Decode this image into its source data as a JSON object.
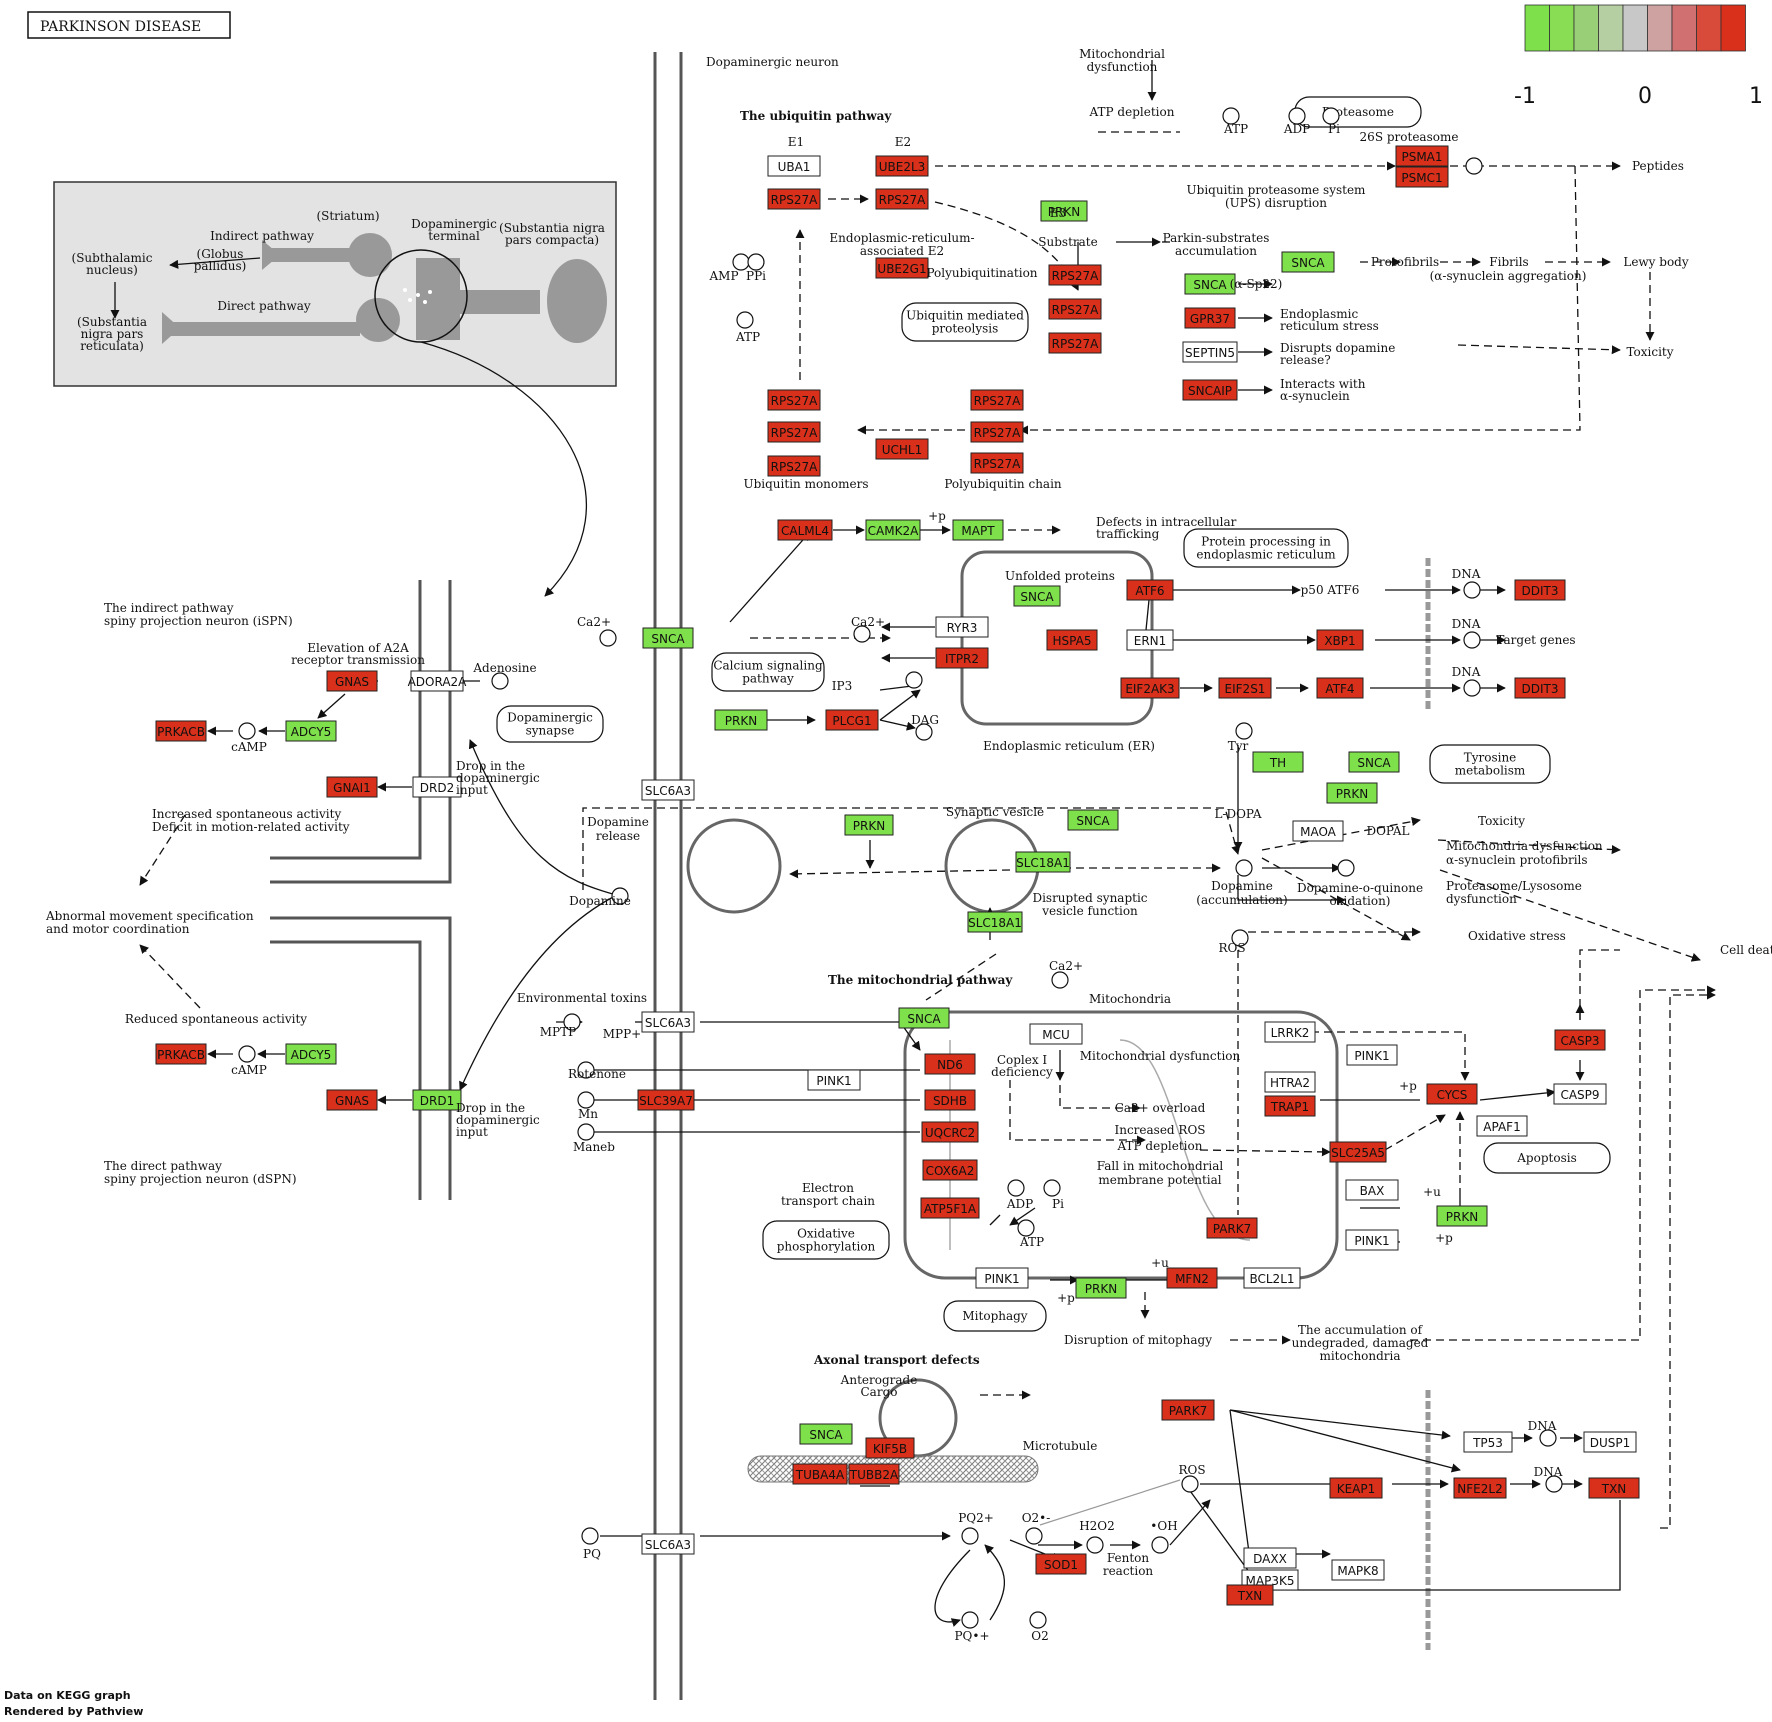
{
  "title": "PARKINSON DISEASE",
  "footer": [
    "Data on KEGG graph",
    "Rendered by Pathview"
  ],
  "legend": {
    "colors": [
      "#7ee04a",
      "#88dd55",
      "#99d077",
      "#b6cfa2",
      "#c8c8c8",
      "#cfa2a2",
      "#d07070",
      "#d84a3a",
      "#d8301a"
    ],
    "labels": [
      "-1",
      "0",
      "1"
    ]
  },
  "colors": {
    "up": "#d8301a",
    "down": "#7ee04a",
    "none": "#ffffff"
  },
  "genes": [
    {
      "id": "g1",
      "label": "UBA1",
      "status": "none"
    },
    {
      "id": "g2",
      "label": "RPS27A",
      "status": "up"
    },
    {
      "id": "g3",
      "label": "UBE2L3",
      "status": "up"
    },
    {
      "id": "g4",
      "label": "RPS27A",
      "status": "up"
    },
    {
      "id": "g5",
      "label": "UBE2G1",
      "status": "up"
    },
    {
      "id": "g6",
      "label": "PRKN",
      "status": "down"
    },
    {
      "id": "g7",
      "label": "RPS27A",
      "status": "up"
    },
    {
      "id": "g8",
      "label": "RPS27A",
      "status": "up"
    },
    {
      "id": "g9",
      "label": "RPS27A",
      "status": "up"
    },
    {
      "id": "g10",
      "label": "PSMA1",
      "status": "up"
    },
    {
      "id": "g11",
      "label": "PSMC1",
      "status": "up"
    },
    {
      "id": "g12",
      "label": "SNCA",
      "status": "down"
    },
    {
      "id": "g13",
      "label": "SNCA",
      "status": "down"
    },
    {
      "id": "g14",
      "label": "GPR37",
      "status": "up"
    },
    {
      "id": "g15",
      "label": "SEPTIN5",
      "status": "none"
    },
    {
      "id": "g16",
      "label": "SNCAIP",
      "status": "up"
    },
    {
      "id": "g17",
      "label": "RPS27A",
      "status": "up"
    },
    {
      "id": "g18",
      "label": "RPS27A",
      "status": "up"
    },
    {
      "id": "g19",
      "label": "RPS27A",
      "status": "up"
    },
    {
      "id": "g20",
      "label": "UCHL1",
      "status": "up"
    },
    {
      "id": "g21",
      "label": "RPS27A",
      "status": "up"
    },
    {
      "id": "g22",
      "label": "RPS27A",
      "status": "up"
    },
    {
      "id": "g23",
      "label": "RPS27A",
      "status": "up"
    },
    {
      "id": "g24",
      "label": "CALML4",
      "status": "up"
    },
    {
      "id": "g25",
      "label": "CAMK2A",
      "status": "down"
    },
    {
      "id": "g26",
      "label": "MAPT",
      "status": "down"
    },
    {
      "id": "g27",
      "label": "SNCA",
      "status": "down"
    },
    {
      "id": "g28",
      "label": "SNCA",
      "status": "down"
    },
    {
      "id": "g29",
      "label": "RYR3",
      "status": "none"
    },
    {
      "id": "g30",
      "label": "ITPR2",
      "status": "up"
    },
    {
      "id": "g31",
      "label": "HSPA5",
      "status": "up"
    },
    {
      "id": "g32",
      "label": "ATF6",
      "status": "up"
    },
    {
      "id": "g33",
      "label": "ERN1",
      "status": "none"
    },
    {
      "id": "g34",
      "label": "XBP1",
      "status": "up"
    },
    {
      "id": "g35",
      "label": "EIF2AK3",
      "status": "up"
    },
    {
      "id": "g36",
      "label": "EIF2S1",
      "status": "up"
    },
    {
      "id": "g37",
      "label": "ATF4",
      "status": "up"
    },
    {
      "id": "g38",
      "label": "DDIT3",
      "status": "up"
    },
    {
      "id": "g39",
      "label": "DDIT3",
      "status": "up"
    },
    {
      "id": "g40",
      "label": "PRKN",
      "status": "down"
    },
    {
      "id": "g41",
      "label": "PLCG1",
      "status": "up"
    },
    {
      "id": "g42",
      "label": "GNAS",
      "status": "up"
    },
    {
      "id": "g43",
      "label": "ADORA2A",
      "status": "none"
    },
    {
      "id": "g44",
      "label": "PRKACB",
      "status": "up"
    },
    {
      "id": "g45",
      "label": "ADCY5",
      "status": "down"
    },
    {
      "id": "g46",
      "label": "GNAI1",
      "status": "up"
    },
    {
      "id": "g47",
      "label": "DRD2",
      "status": "none"
    },
    {
      "id": "g48",
      "label": "SLC6A3",
      "status": "none"
    },
    {
      "id": "g49",
      "label": "PRKN",
      "status": "down"
    },
    {
      "id": "g50",
      "label": "SNCA",
      "status": "down"
    },
    {
      "id": "g51",
      "label": "SLC18A1",
      "status": "down"
    },
    {
      "id": "g52",
      "label": "SLC18A1",
      "status": "down"
    },
    {
      "id": "g53",
      "label": "TH",
      "status": "down"
    },
    {
      "id": "g54",
      "label": "SNCA",
      "status": "down"
    },
    {
      "id": "g55",
      "label": "PRKN",
      "status": "down"
    },
    {
      "id": "g56",
      "label": "MAOA",
      "status": "none"
    },
    {
      "id": "g57",
      "label": "PRKACB",
      "status": "up"
    },
    {
      "id": "g58",
      "label": "ADCY5",
      "status": "down"
    },
    {
      "id": "g59",
      "label": "GNAS",
      "status": "up"
    },
    {
      "id": "g60",
      "label": "DRD1",
      "status": "down"
    },
    {
      "id": "g61",
      "label": "SLC6A3",
      "status": "none"
    },
    {
      "id": "g62",
      "label": "SNCA",
      "status": "down"
    },
    {
      "id": "g63",
      "label": "ND6",
      "status": "up"
    },
    {
      "id": "g64",
      "label": "PINK1",
      "status": "none"
    },
    {
      "id": "g65",
      "label": "SDHB",
      "status": "up"
    },
    {
      "id": "g66",
      "label": "SLC39A7",
      "status": "up"
    },
    {
      "id": "g67",
      "label": "UQCRC2",
      "status": "up"
    },
    {
      "id": "g68",
      "label": "COX6A2",
      "status": "up"
    },
    {
      "id": "g69",
      "label": "ATP5F1A",
      "status": "up"
    },
    {
      "id": "g70",
      "label": "MCU",
      "status": "none"
    },
    {
      "id": "g71",
      "label": "LRRK2",
      "status": "none"
    },
    {
      "id": "g72",
      "label": "PINK1",
      "status": "none"
    },
    {
      "id": "g73",
      "label": "HTRA2",
      "status": "none"
    },
    {
      "id": "g74",
      "label": "TRAP1",
      "status": "up"
    },
    {
      "id": "g75",
      "label": "CYCS",
      "status": "up"
    },
    {
      "id": "g76",
      "label": "CASP3",
      "status": "up"
    },
    {
      "id": "g77",
      "label": "CASP9",
      "status": "none"
    },
    {
      "id": "g78",
      "label": "APAF1",
      "status": "none"
    },
    {
      "id": "g79",
      "label": "SLC25A5",
      "status": "up"
    },
    {
      "id": "g80",
      "label": "BAX",
      "status": "none"
    },
    {
      "id": "g81",
      "label": "PRKN",
      "status": "down"
    },
    {
      "id": "g82",
      "label": "PINK1",
      "status": "none"
    },
    {
      "id": "g83",
      "label": "PARK7",
      "status": "up"
    },
    {
      "id": "g84",
      "label": "PINK1",
      "status": "none"
    },
    {
      "id": "g85",
      "label": "PRKN",
      "status": "down"
    },
    {
      "id": "g86",
      "label": "MFN2",
      "status": "up"
    },
    {
      "id": "g87",
      "label": "BCL2L1",
      "status": "none"
    },
    {
      "id": "g88",
      "label": "SNCA",
      "status": "down"
    },
    {
      "id": "g89",
      "label": "KIF5B",
      "status": "up"
    },
    {
      "id": "g90",
      "label": "TUBA4A",
      "status": "up"
    },
    {
      "id": "g91",
      "label": "TUBB2A",
      "status": "up"
    },
    {
      "id": "g92",
      "label": "PARK7",
      "status": "up"
    },
    {
      "id": "g93",
      "label": "TP53",
      "status": "none"
    },
    {
      "id": "g94",
      "label": "DUSP1",
      "status": "none"
    },
    {
      "id": "g95",
      "label": "KEAP1",
      "status": "up"
    },
    {
      "id": "g96",
      "label": "NFE2L2",
      "status": "up"
    },
    {
      "id": "g97",
      "label": "TXN",
      "status": "up"
    },
    {
      "id": "g98",
      "label": "DAXX",
      "status": "none"
    },
    {
      "id": "g99",
      "label": "MAP3K5",
      "status": "none"
    },
    {
      "id": "g100",
      "label": "MAPK8",
      "status": "none"
    },
    {
      "id": "g101",
      "label": "SLC6A3",
      "status": "none"
    },
    {
      "id": "g102",
      "label": "SOD1",
      "status": "up"
    },
    {
      "id": "g103",
      "label": "TXN",
      "status": "up"
    }
  ],
  "compartments": [
    {
      "id": "c1",
      "label": "Proteasome"
    },
    {
      "id": "c2",
      "label": "Ubiquitin mediated proteolysis"
    },
    {
      "id": "c3",
      "label": "Protein processing in endoplasmic reticulum"
    },
    {
      "id": "c4",
      "label": "Calcium signaling pathway"
    },
    {
      "id": "c5",
      "label": "Dopaminergic synapse"
    },
    {
      "id": "c6",
      "label": "Tyrosine metabolism"
    },
    {
      "id": "c7",
      "label": "Apoptosis"
    },
    {
      "id": "c8",
      "label": "Oxidative phosphorylation"
    },
    {
      "id": "c9",
      "label": "Mitophagy"
    }
  ],
  "labels": [
    {
      "id": "t1",
      "text": "Dopaminergic neuron"
    },
    {
      "id": "t2",
      "text": "The ubiquitin pathway"
    },
    {
      "id": "t3",
      "text": "E1"
    },
    {
      "id": "t4",
      "text": "E2"
    },
    {
      "id": "t5",
      "text": "Mitochondrial"
    },
    {
      "id": "t6",
      "text": "dysfunction"
    },
    {
      "id": "t7",
      "text": "ATP depletion"
    },
    {
      "id": "t8",
      "text": "ATP"
    },
    {
      "id": "t9",
      "text": "ADP"
    },
    {
      "id": "t10",
      "text": "Pi"
    },
    {
      "id": "t11",
      "text": "26S proteasome"
    },
    {
      "id": "t12",
      "text": "Peptides"
    },
    {
      "id": "t13",
      "text": "Ubiquitin proteasome system"
    },
    {
      "id": "t14",
      "text": "(UPS) disruption"
    },
    {
      "id": "t15",
      "text": "E3"
    },
    {
      "id": "t16",
      "text": "Substrate"
    },
    {
      "id": "t17",
      "text": "Parkin-substrates"
    },
    {
      "id": "t18",
      "text": "accumulation"
    },
    {
      "id": "t19",
      "text": "Endoplasmic-reticulum-"
    },
    {
      "id": "t20",
      "text": "associated E2"
    },
    {
      "id": "t21",
      "text": "Polyubiquitination"
    },
    {
      "id": "t22",
      "text": "AMP"
    },
    {
      "id": "t23",
      "text": "PPi"
    },
    {
      "id": "t24",
      "text": "ATP"
    },
    {
      "id": "t25",
      "text": "(α-Sp22)"
    },
    {
      "id": "t26",
      "text": "Protofibrils"
    },
    {
      "id": "t27",
      "text": "Fibrils"
    },
    {
      "id": "t28",
      "text": "(α-synuclein aggregation)"
    },
    {
      "id": "t29",
      "text": "Lewy body"
    },
    {
      "id": "t30",
      "text": "Endoplasmic"
    },
    {
      "id": "t31",
      "text": "reticulum stress"
    },
    {
      "id": "t32",
      "text": "Disrupts dopamine"
    },
    {
      "id": "t33",
      "text": "release?"
    },
    {
      "id": "t34",
      "text": "Interacts with"
    },
    {
      "id": "t35",
      "text": "α-synuclein"
    },
    {
      "id": "t36",
      "text": "Toxicity"
    },
    {
      "id": "t37",
      "text": "Ubiquitin monomers"
    },
    {
      "id": "t38",
      "text": "Polyubiquitin chain"
    },
    {
      "id": "t39",
      "text": "+p"
    },
    {
      "id": "t40",
      "text": "Defects in intracellular"
    },
    {
      "id": "t41",
      "text": "trafficking"
    },
    {
      "id": "t42",
      "text": "Unfolded proteins"
    },
    {
      "id": "t43",
      "text": "Ca2+"
    },
    {
      "id": "t44",
      "text": "Ca2+"
    },
    {
      "id": "t45",
      "text": "DNA"
    },
    {
      "id": "t46",
      "text": "p50 ATF6"
    },
    {
      "id": "t47",
      "text": "DNA"
    },
    {
      "id": "t48",
      "text": "Target genes"
    },
    {
      "id": "t49",
      "text": "DNA"
    },
    {
      "id": "t50",
      "text": "IP3"
    },
    {
      "id": "t51",
      "text": "DAG"
    },
    {
      "id": "t52",
      "text": "Endoplasmic reticulum (ER)"
    },
    {
      "id": "t53",
      "text": "The indirect pathway"
    },
    {
      "id": "t54",
      "text": "spiny projection neuron (iSPN)"
    },
    {
      "id": "t55",
      "text": "Elevation of A2A"
    },
    {
      "id": "t56",
      "text": "receptor transmission"
    },
    {
      "id": "t57",
      "text": "Adenosine"
    },
    {
      "id": "t58",
      "text": "cAMP"
    },
    {
      "id": "t59",
      "text": "Drop in the"
    },
    {
      "id": "t60",
      "text": "dopaminergic"
    },
    {
      "id": "t61",
      "text": "input"
    },
    {
      "id": "t62",
      "text": "Increased spontaneous activity"
    },
    {
      "id": "t63",
      "text": "Deficit in motion-related activity"
    },
    {
      "id": "t64",
      "text": "Abnormal movement specification"
    },
    {
      "id": "t65",
      "text": "and motor coordination"
    },
    {
      "id": "t66",
      "text": "Reduced spontaneous activity"
    },
    {
      "id": "t67",
      "text": "cAMP"
    },
    {
      "id": "t68",
      "text": "The direct pathway"
    },
    {
      "id": "t69",
      "text": "spiny projection neuron (dSPN)"
    },
    {
      "id": "t70",
      "text": "Drop in the"
    },
    {
      "id": "t71",
      "text": "dopaminergic"
    },
    {
      "id": "t72",
      "text": "input"
    },
    {
      "id": "t73",
      "text": "Tyr"
    },
    {
      "id": "t74",
      "text": "L-DOPA"
    },
    {
      "id": "t75",
      "text": "DOPAL"
    },
    {
      "id": "t76",
      "text": "Toxicity"
    },
    {
      "id": "t77",
      "text": "Mitochondria dysfunction"
    },
    {
      "id": "t78",
      "text": "α-synuclein protofibrils"
    },
    {
      "id": "t79",
      "text": "Proteasome/Lysosome"
    },
    {
      "id": "t80",
      "text": "dysfunction"
    },
    {
      "id": "t81",
      "text": "Dopamine"
    },
    {
      "id": "t82",
      "text": "release"
    },
    {
      "id": "t83",
      "text": "Dopamine"
    },
    {
      "id": "t84",
      "text": "Synaptic vesicle"
    },
    {
      "id": "t85",
      "text": "Disrupted synaptic"
    },
    {
      "id": "t86",
      "text": "vesicle function"
    },
    {
      "id": "t87",
      "text": "Dopamine"
    },
    {
      "id": "t88",
      "text": "(accumulation)"
    },
    {
      "id": "t89",
      "text": "Dopamine-o-quinone"
    },
    {
      "id": "t90",
      "text": "oxidation)"
    },
    {
      "id": "t91",
      "text": "ROS"
    },
    {
      "id": "t92",
      "text": "Oxidative stress"
    },
    {
      "id": "t93",
      "text": "Cell death"
    },
    {
      "id": "t94",
      "text": "The mitochondrial pathway"
    },
    {
      "id": "t95",
      "text": "Environmental toxins"
    },
    {
      "id": "t96",
      "text": "MPTP"
    },
    {
      "id": "t97",
      "text": "MPP+"
    },
    {
      "id": "t98",
      "text": "Rotenone"
    },
    {
      "id": "t99",
      "text": "Mn"
    },
    {
      "id": "t100",
      "text": "Maneb"
    },
    {
      "id": "t101",
      "text": "Ca2+"
    },
    {
      "id": "t102",
      "text": "Mitochondria"
    },
    {
      "id": "t103",
      "text": "Coplex I"
    },
    {
      "id": "t104",
      "text": "deficiency"
    },
    {
      "id": "t105",
      "text": "Mitochondrial dysfunction"
    },
    {
      "id": "t106",
      "text": "Ca2+ overload"
    },
    {
      "id": "t107",
      "text": "Increased ROS"
    },
    {
      "id": "t108",
      "text": "ATP depletion"
    },
    {
      "id": "t109",
      "text": "Fall in mitochondrial"
    },
    {
      "id": "t110",
      "text": "membrane potential"
    },
    {
      "id": "t111",
      "text": "+p"
    },
    {
      "id": "t112",
      "text": "+u"
    },
    {
      "id": "t113",
      "text": "+p"
    },
    {
      "id": "t114",
      "text": "Electron"
    },
    {
      "id": "t115",
      "text": "transport chain"
    },
    {
      "id": "t116",
      "text": "ADP"
    },
    {
      "id": "t117",
      "text": "Pi"
    },
    {
      "id": "t118",
      "text": "ATP"
    },
    {
      "id": "t119",
      "text": "+u"
    },
    {
      "id": "t120",
      "text": "+p"
    },
    {
      "id": "t121",
      "text": "Disruption of mitophagy"
    },
    {
      "id": "t122",
      "text": "The accumulation of"
    },
    {
      "id": "t123",
      "text": "undegraded, damaged"
    },
    {
      "id": "t124",
      "text": "mitochondria"
    },
    {
      "id": "t125",
      "text": "Axonal transport defects"
    },
    {
      "id": "t126",
      "text": "Anterograde"
    },
    {
      "id": "t127",
      "text": "Cargo"
    },
    {
      "id": "t128",
      "text": "Microtubule"
    },
    {
      "id": "t129",
      "text": "ROS"
    },
    {
      "id": "t130",
      "text": "DNA"
    },
    {
      "id": "t131",
      "text": "DNA"
    },
    {
      "id": "t132",
      "text": "PQ"
    },
    {
      "id": "t133",
      "text": "PQ2+"
    },
    {
      "id": "t134",
      "text": "O2•-"
    },
    {
      "id": "t135",
      "text": "H2O2"
    },
    {
      "id": "t136",
      "text": "•OH"
    },
    {
      "id": "t137",
      "text": "Fenton"
    },
    {
      "id": "t138",
      "text": "reaction"
    },
    {
      "id": "t139",
      "text": "PQ•+"
    },
    {
      "id": "t140",
      "text": "O2"
    },
    {
      "id": "t141",
      "text": "(Globus"
    },
    {
      "id": "t142",
      "text": "pallidus)"
    },
    {
      "id": "t143",
      "text": "Indirect pathway"
    },
    {
      "id": "t144",
      "text": "(Striatum)"
    },
    {
      "id": "t145",
      "text": "Dopaminergic"
    },
    {
      "id": "t146",
      "text": "terminal"
    },
    {
      "id": "t147",
      "text": "(Substantia nigra"
    },
    {
      "id": "t148",
      "text": "pars compacta)"
    },
    {
      "id": "t149",
      "text": "(Subthalamic"
    },
    {
      "id": "t150",
      "text": "nucleus)"
    },
    {
      "id": "t151",
      "text": "Direct pathway"
    },
    {
      "id": "t152",
      "text": "(Substantia"
    },
    {
      "id": "t153",
      "text": "nigra pars"
    },
    {
      "id": "t154",
      "text": "reticulata)"
    }
  ]
}
